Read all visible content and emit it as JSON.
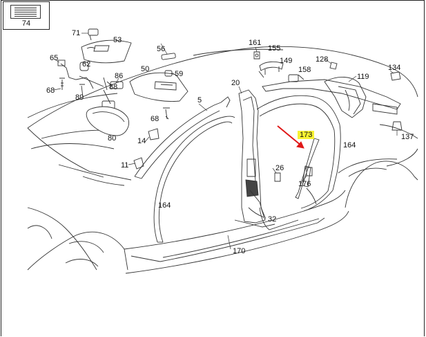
{
  "legend_box": {
    "label": "74"
  },
  "part_labels": {
    "p71": "71",
    "p53": "53",
    "p56": "56",
    "p65": "65",
    "p62": "62",
    "p50": "50",
    "p59": "59",
    "p86": "86",
    "p68a": "68",
    "p89": "89",
    "p88": "88",
    "p5": "5",
    "p80": "80",
    "p68b": "68",
    "p14": "14",
    "p11": "11",
    "p20": "20",
    "p161": "161",
    "p155": "155",
    "p149": "149",
    "p158": "158",
    "p128": "128",
    "p134": "134",
    "p119": "119",
    "p137": "137",
    "p164a": "164",
    "p26": "26",
    "p176": "176",
    "p164b": "164",
    "p32": "32",
    "p170": "170"
  },
  "highlighted_label": "173",
  "colors": {
    "line": "#333333",
    "highlight": "#f7f232",
    "arrow": "#e01818"
  }
}
